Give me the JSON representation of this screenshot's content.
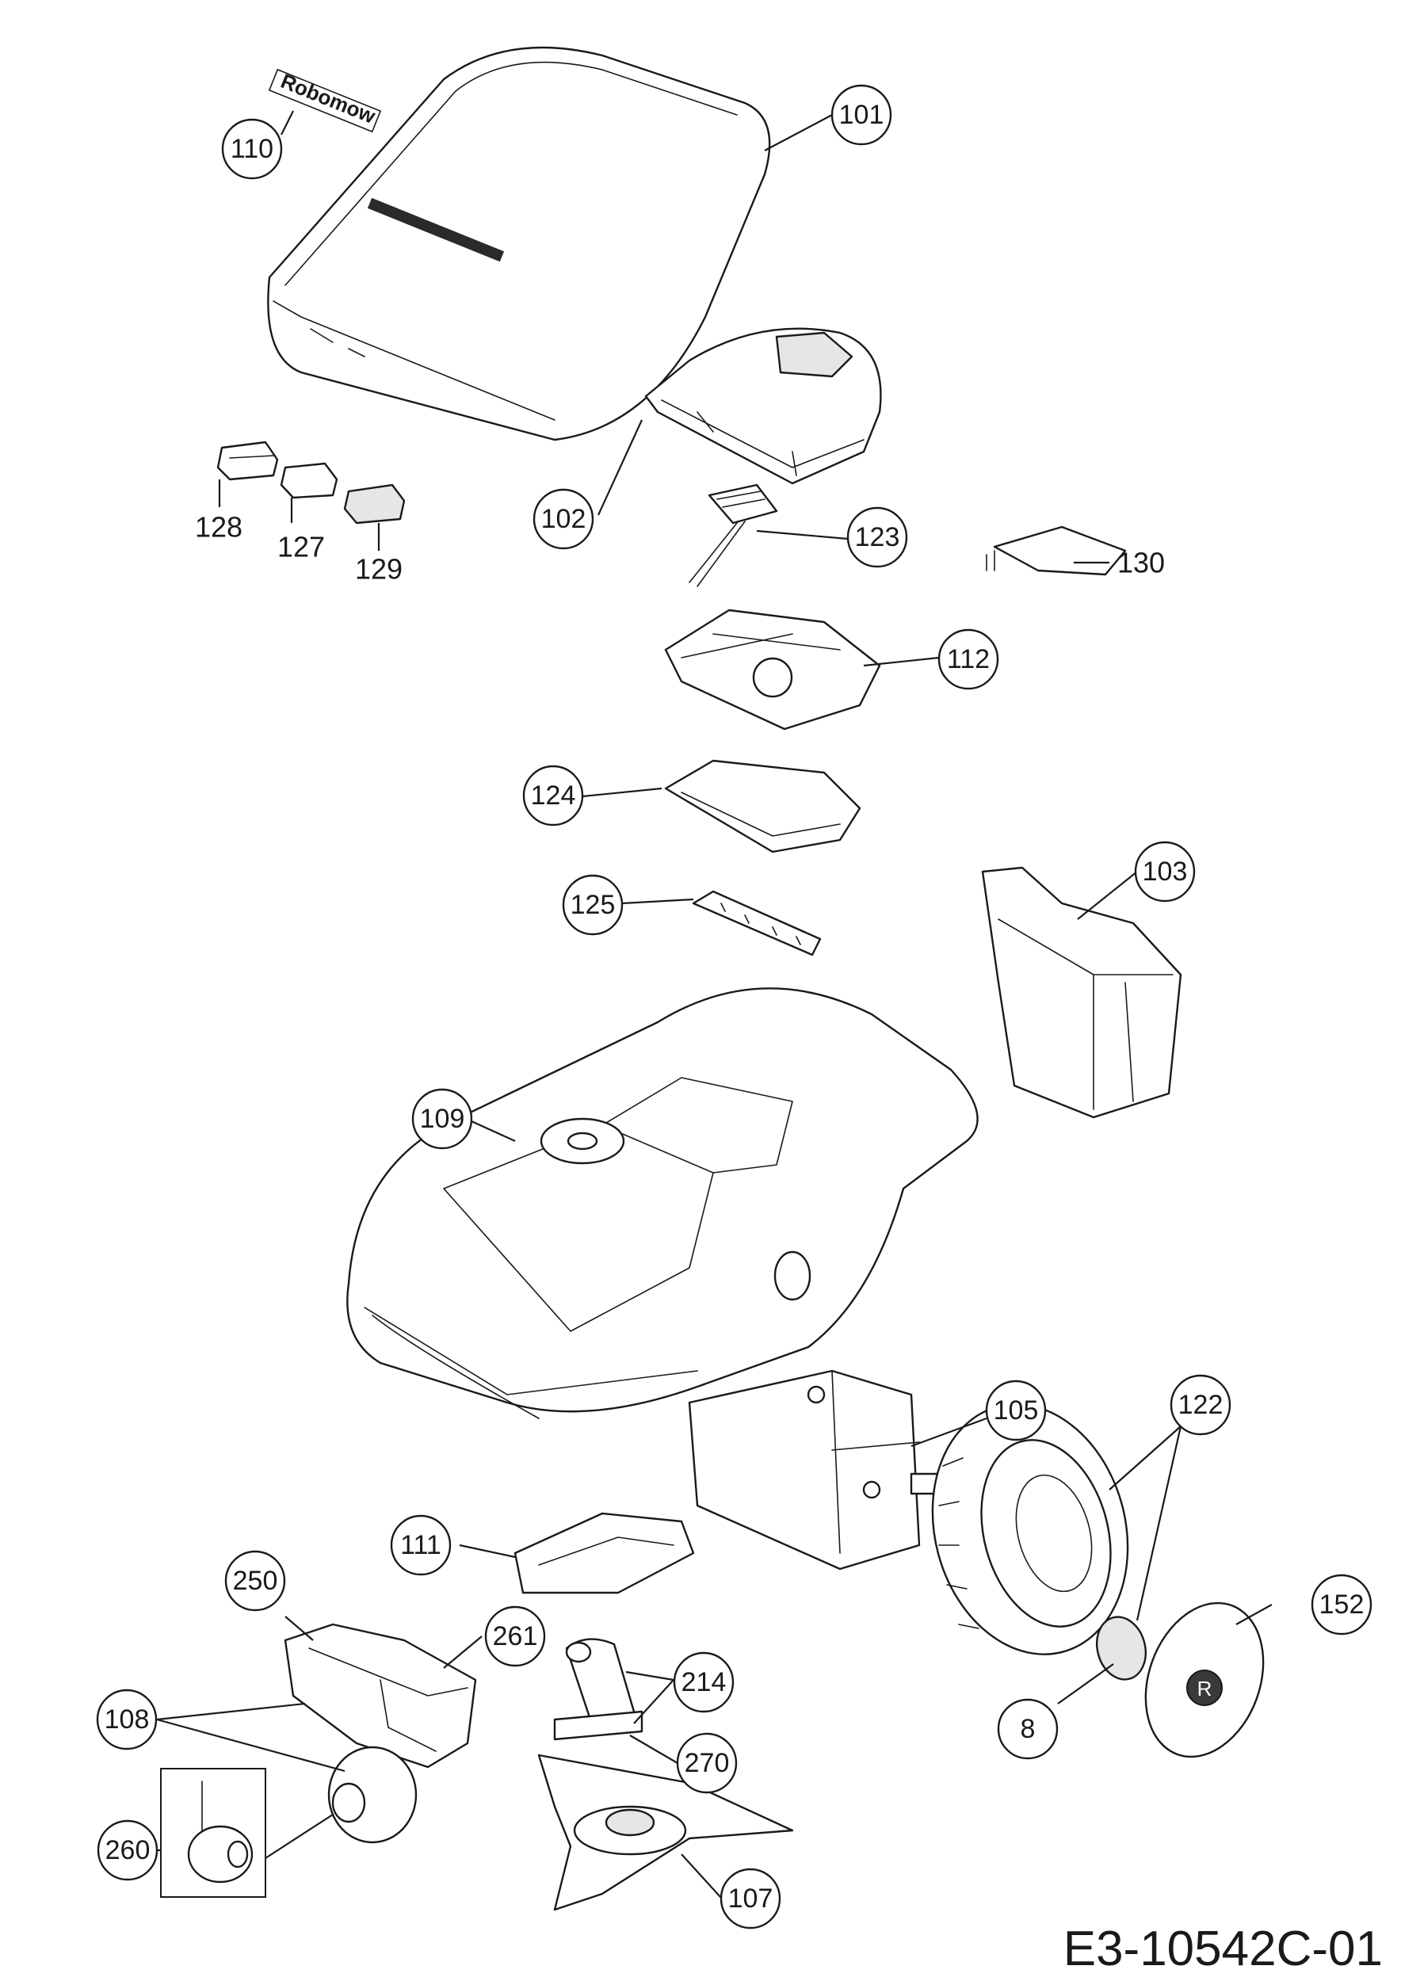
{
  "diagram": {
    "reference_code": "E3-10542C-01",
    "brand_logo_text": "Robomow",
    "callouts": {
      "c101": "101",
      "c102": "102",
      "c103": "103",
      "c105": "105",
      "c107": "107",
      "c108": "108",
      "c109": "109",
      "c110": "110",
      "c111": "111",
      "c112": "112",
      "c122": "122",
      "c123": "123",
      "c124": "124",
      "c125": "125",
      "c152": "152",
      "c214": "214",
      "c250": "250",
      "c260": "260",
      "c261": "261",
      "c270": "270",
      "c8": "8"
    },
    "plain_labels": {
      "l127": "127",
      "l128": "128",
      "l129": "129",
      "l130": "130"
    }
  }
}
